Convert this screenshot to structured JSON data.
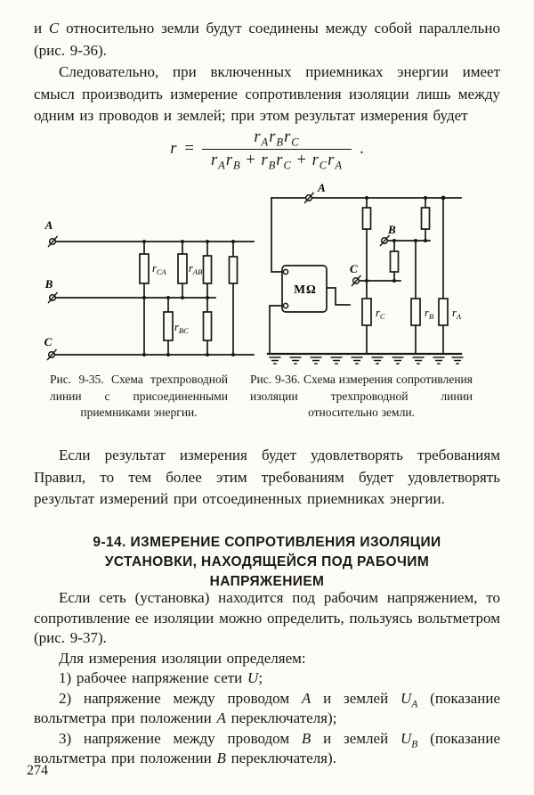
{
  "page": {
    "number": "274"
  },
  "text": {
    "p1": [
      {
        "t": "и "
      },
      {
        "t": "C",
        "i": true
      },
      {
        "t": " относительно земли будут соединены между собой параллельно (рис. 9-36)."
      }
    ],
    "p2": [
      {
        "t": "Следовательно, при включенных приемниках энергии имеет смысл производить измерение сопротивления изоляции лишь между одним из проводов и землей; при этом результат измерения будет"
      }
    ],
    "p3": [
      {
        "t": "Если результат измерения будет удовлетворять требованиям Правил, то тем более этим требованиям будет удовлетворять результат измерений при отсоединенных приемниках энергии."
      }
    ],
    "heading": "9-14. ИЗМЕРЕНИЕ СОПРОТИВЛЕНИЯ ИЗОЛЯЦИИ УСТАНОВКИ, НАХОДЯЩЕЙСЯ ПОД РАБОЧИМ НАПРЯЖЕНИЕМ",
    "p4": [
      {
        "t": "Если сеть (установка) находится под рабочим напряжением, то сопротивление ее изоляции можно определить, пользуясь вольтметром (рис. 9-37)."
      }
    ],
    "p5": [
      {
        "t": "Для измерения изоляции определяем:"
      }
    ],
    "list": {
      "item1": [
        {
          "t": "1) рабочее напряжение сети "
        },
        {
          "t": "U",
          "i": true
        },
        {
          "t": ";"
        }
      ],
      "item2": [
        {
          "t": "2) напряжение между проводом "
        },
        {
          "t": "A",
          "i": true
        },
        {
          "t": " и землей "
        },
        {
          "t": "U",
          "i": true
        },
        {
          "t": "A",
          "i": true,
          "sub": true
        },
        {
          "t": " (показание вольтметра при положении "
        },
        {
          "t": "A",
          "i": true
        },
        {
          "t": " переключателя);"
        }
      ],
      "item3": [
        {
          "t": "3) напряжение между проводом "
        },
        {
          "t": "B",
          "i": true
        },
        {
          "t": " и землей "
        },
        {
          "t": "U",
          "i": true
        },
        {
          "t": "B",
          "i": true,
          "sub": true
        },
        {
          "t": " (показание вольтметра при положении "
        },
        {
          "t": "B",
          "i": true
        },
        {
          "t": " переключателя)."
        }
      ]
    }
  },
  "formula": {
    "lhs": [
      {
        "t": "r",
        "i": true
      }
    ],
    "eq": "=",
    "numerator": [
      {
        "t": "r",
        "i": true
      },
      {
        "t": "A",
        "i": true,
        "sub": true
      },
      {
        "t": "r",
        "i": true
      },
      {
        "t": "B",
        "i": true,
        "sub": true
      },
      {
        "t": "r",
        "i": true
      },
      {
        "t": "C",
        "i": true,
        "sub": true
      }
    ],
    "denominator": [
      {
        "t": "r",
        "i": true
      },
      {
        "t": "A",
        "i": true,
        "sub": true
      },
      {
        "t": "r",
        "i": true
      },
      {
        "t": "B",
        "i": true,
        "sub": true
      },
      {
        "t": " + "
      },
      {
        "t": "r",
        "i": true
      },
      {
        "t": "B",
        "i": true,
        "sub": true
      },
      {
        "t": "r",
        "i": true
      },
      {
        "t": "C",
        "i": true,
        "sub": true
      },
      {
        "t": " + "
      },
      {
        "t": "r",
        "i": true
      },
      {
        "t": "C",
        "i": true,
        "sub": true
      },
      {
        "t": "r",
        "i": true
      },
      {
        "t": "A",
        "i": true,
        "sub": true
      }
    ],
    "period": "."
  },
  "figures": {
    "fig35": {
      "caption": [
        {
          "t": "Рис. 9-35. Схема трехпроводной линии с присоединенными приемниками энергии."
        }
      ],
      "labels": {
        "a": "A",
        "b": "B",
        "c": "C",
        "r_ca": {
          "b": "r",
          "s": "CA"
        },
        "r_ab": {
          "b": "r",
          "s": "AB"
        },
        "r_bc": {
          "b": "r",
          "s": "BC"
        }
      }
    },
    "fig36": {
      "caption": [
        {
          "t": "Рис. 9-36. Схема измерения сопротивления изоляции трехпроводной линии относительно земли."
        }
      ],
      "labels": {
        "a": "A",
        "b": "B",
        "c": "C",
        "meter": "МΩ",
        "r_c": {
          "b": "r",
          "s": "C"
        },
        "r_b": {
          "b": "r",
          "s": "B"
        },
        "r_a": {
          "b": "r",
          "s": "A"
        }
      }
    }
  },
  "colors": {
    "ink": "#1b1713",
    "paper": "#fcfbf8"
  }
}
